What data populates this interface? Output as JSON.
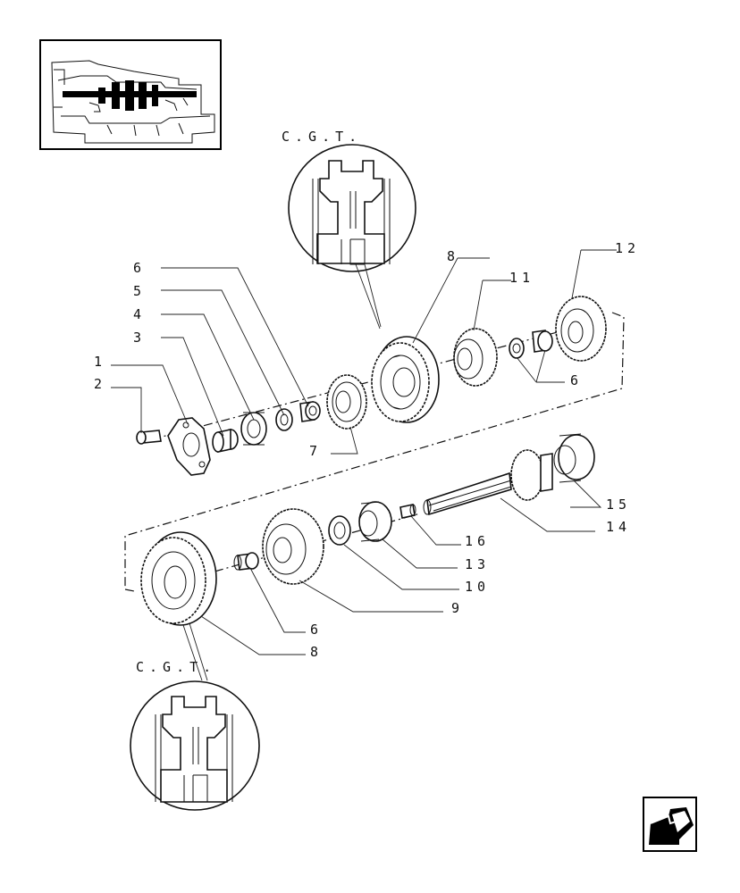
{
  "callouts": [
    {
      "id": "c1",
      "text": "1"
    },
    {
      "id": "c2",
      "text": "2"
    },
    {
      "id": "c3",
      "text": "3"
    },
    {
      "id": "c4",
      "text": "4"
    },
    {
      "id": "c5",
      "text": "5"
    },
    {
      "id": "c6a",
      "text": "6"
    },
    {
      "id": "c7",
      "text": "7"
    },
    {
      "id": "c8a",
      "text": "8"
    },
    {
      "id": "c11",
      "text": "11"
    },
    {
      "id": "c12",
      "text": "12"
    },
    {
      "id": "c6b",
      "text": "6"
    },
    {
      "id": "c15",
      "text": "15"
    },
    {
      "id": "c14",
      "text": "14"
    },
    {
      "id": "c16",
      "text": "16"
    },
    {
      "id": "c13",
      "text": "13"
    },
    {
      "id": "c10",
      "text": "10"
    },
    {
      "id": "c9",
      "text": "9"
    },
    {
      "id": "c6c",
      "text": "6"
    },
    {
      "id": "c8b",
      "text": "8"
    }
  ],
  "detail_top": {
    "label": "C.G.T."
  },
  "detail_bottom": {
    "label": "C.G.T."
  },
  "nav": {
    "icon": "back-arrow-icon"
  }
}
